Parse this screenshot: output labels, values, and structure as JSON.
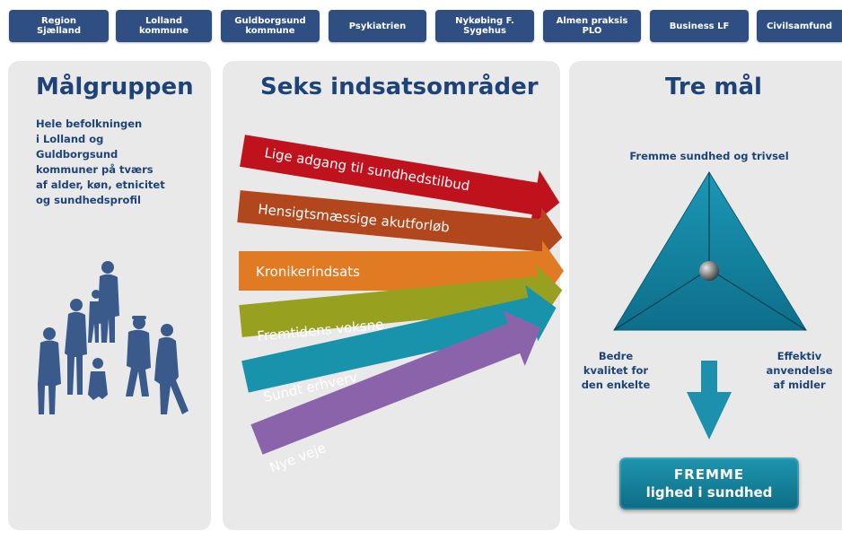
{
  "partners": [
    {
      "label": "Region\nSjælland"
    },
    {
      "label": "Lolland\nkommune"
    },
    {
      "label": "Guldborgsund\nkommune"
    },
    {
      "label": "Psykiatrien"
    },
    {
      "label": "Nykøbing F.\nSygehus"
    },
    {
      "label": "Almen praksis\nPLO"
    },
    {
      "label": "Business LF"
    },
    {
      "label": "Civilsamfund"
    }
  ],
  "target_group": {
    "title": "Målgruppen",
    "description": "Hele befolkningen\ni Lolland og\nGuldborgsund\nkommuner på tværs\naf alder, køn, etnicitet\nog sundhedsprofil"
  },
  "focus_areas": {
    "title": "Seks indsatsområder",
    "items": [
      {
        "label": "Lige adgang til sundhedstilbud",
        "color": "#c0121d"
      },
      {
        "label": "Hensigtsmæssige akutforløb",
        "color": "#b2461c"
      },
      {
        "label": "Kronikerindsats",
        "color": "#e07b24"
      },
      {
        "label": "Fremtidens voksne",
        "color": "#98a020"
      },
      {
        "label": "Sundt erhverv",
        "color": "#1893ab"
      },
      {
        "label": "Nye veje",
        "color": "#8a63ab"
      }
    ]
  },
  "goals": {
    "title": "Tre mål",
    "top": "Fremme sundhed og trivsel",
    "left": "Bedre\nkvalitet for\nden enkelte",
    "right": "Effektiv\nanvendelse\naf midler",
    "result_line1": "FREMME",
    "result_line2": "lighed i sundhed"
  },
  "colors": {
    "navy": "#1e4378",
    "partner_bg": "#2f4f82",
    "panel_bg": "#e9e9e9",
    "teal": "#1d90ad"
  }
}
